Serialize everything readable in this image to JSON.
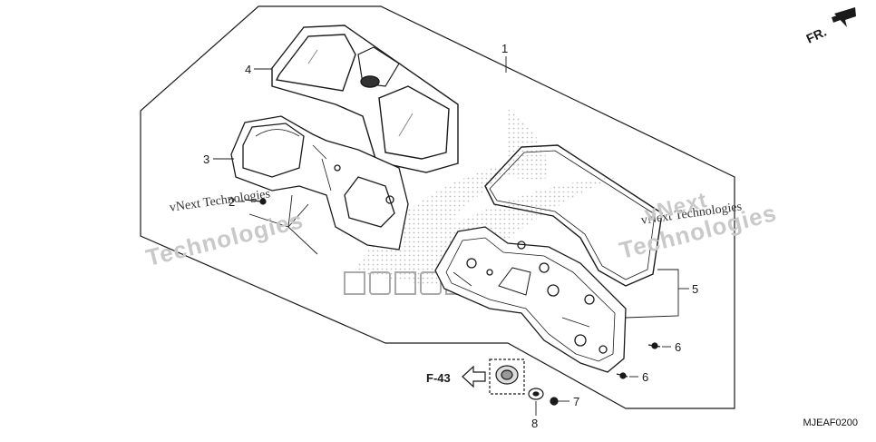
{
  "callouts": {
    "c1": "1",
    "c2": "2",
    "c3": "3",
    "c4": "4",
    "c5": "5",
    "c6a": "6",
    "c6b": "6",
    "c7": "7",
    "c8": "8"
  },
  "ref_label": "F-43",
  "direction_label": "FR.",
  "diagram_code": "MJEAF0200",
  "watermarks": {
    "a1": "vNext Technologies",
    "a2": "Technologies",
    "b1": "vNext Technologies",
    "b2": "vNext",
    "b3": "Technologies"
  },
  "colors": {
    "line": "#1a1a1a",
    "dots": "#bdbdbd",
    "watermark": "#c9c9c9"
  }
}
